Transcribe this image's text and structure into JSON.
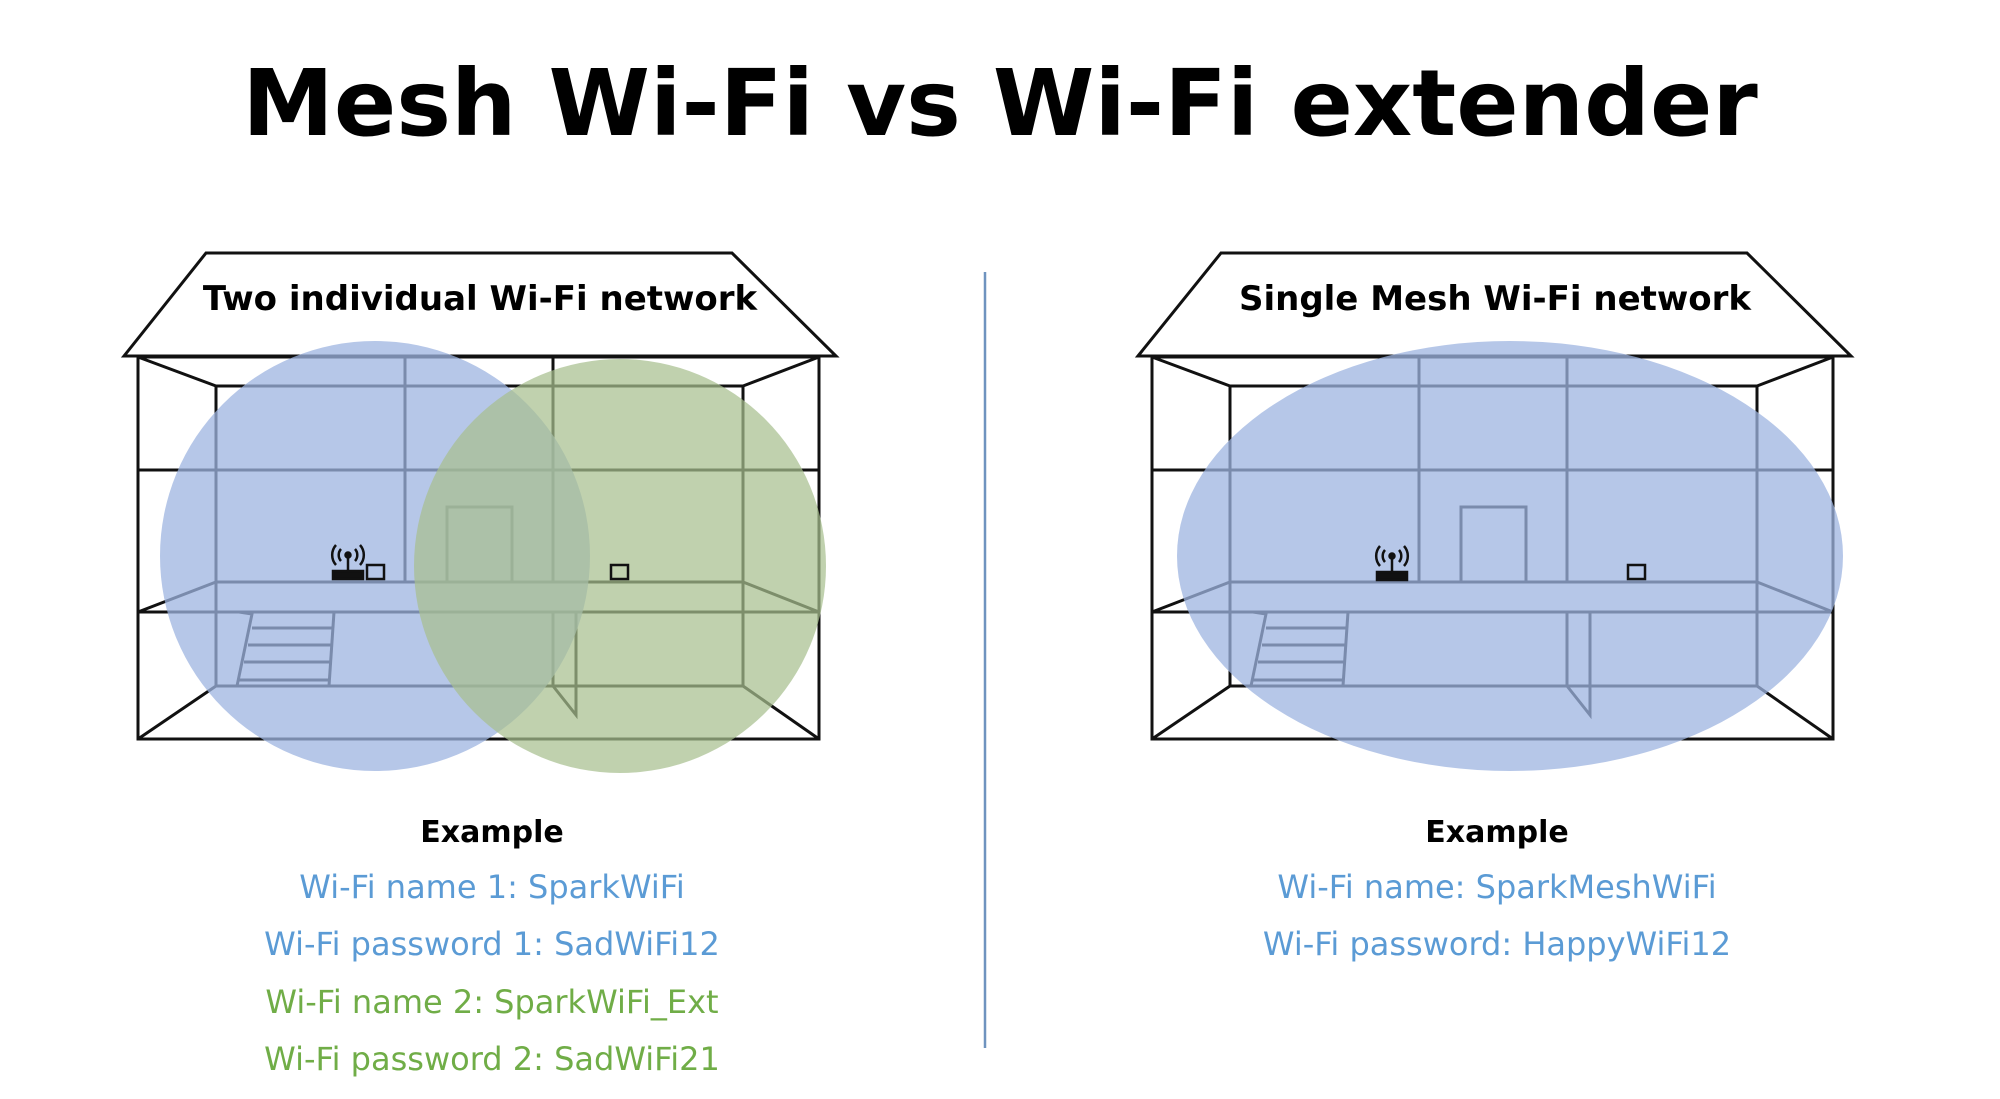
{
  "title": "Mesh Wi-Fi vs Wi-Fi extender",
  "colors": {
    "blue_zone": "#9db4e0",
    "green_zone": "#a8bf8f",
    "blue_text": "#5b9bd5",
    "green_text": "#70ad47",
    "divider": "#6f93bf",
    "line": "#111111"
  },
  "left": {
    "house_label": "Two individual Wi-Fi network",
    "example_heading": "Example",
    "lines": [
      "Wi-Fi name 1: SparkWiFi",
      "Wi-Fi password 1: SadWiFi12",
      "Wi-Fi name 2: SparkWiFi_Ext",
      "Wi-Fi password 2: SadWiFi21"
    ]
  },
  "right": {
    "house_label": "Single Mesh Wi-Fi network",
    "example_heading": "Example",
    "lines": [
      "Wi-Fi name: SparkMeshWiFi",
      "Wi-Fi password: HappyWiFi12"
    ]
  },
  "icons": {
    "router": "router-icon",
    "node": "mesh-node-icon"
  }
}
